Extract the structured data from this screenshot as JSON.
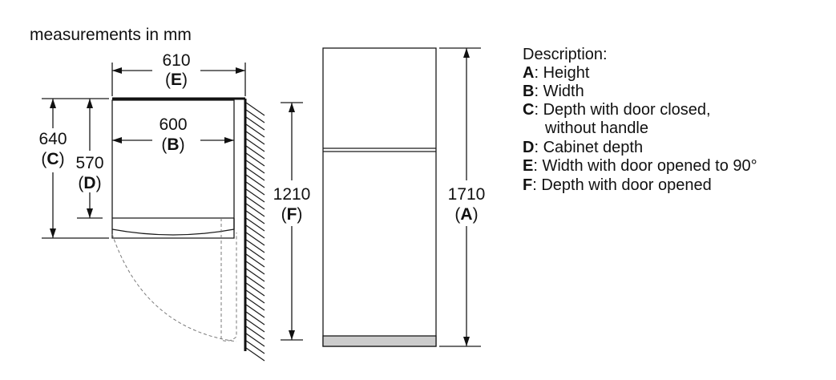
{
  "caption": "measurements in mm",
  "dimensions": {
    "E": {
      "value": "610",
      "letter": "E"
    },
    "B": {
      "value": "600",
      "letter": "B"
    },
    "C": {
      "value": "640",
      "letter": "C"
    },
    "D": {
      "value": "570",
      "letter": "D"
    },
    "F": {
      "value": "1210",
      "letter": "F"
    },
    "A": {
      "value": "1710",
      "letter": "A"
    }
  },
  "legend": {
    "title": "Description:",
    "items": [
      {
        "key": "A",
        "text": ": Height"
      },
      {
        "key": "B",
        "text": ": Width"
      },
      {
        "key": "C",
        "text": ": Depth with door closed,",
        "cont": "without handle"
      },
      {
        "key": "D",
        "text": ": Cabinet depth"
      },
      {
        "key": "E",
        "text": ": Width with door opened to 90°"
      },
      {
        "key": "F",
        "text": ": Depth with door opened"
      }
    ]
  },
  "colors": {
    "line": "#111111",
    "dashed": "#7a7a7a",
    "plinth": "#cccccc"
  }
}
